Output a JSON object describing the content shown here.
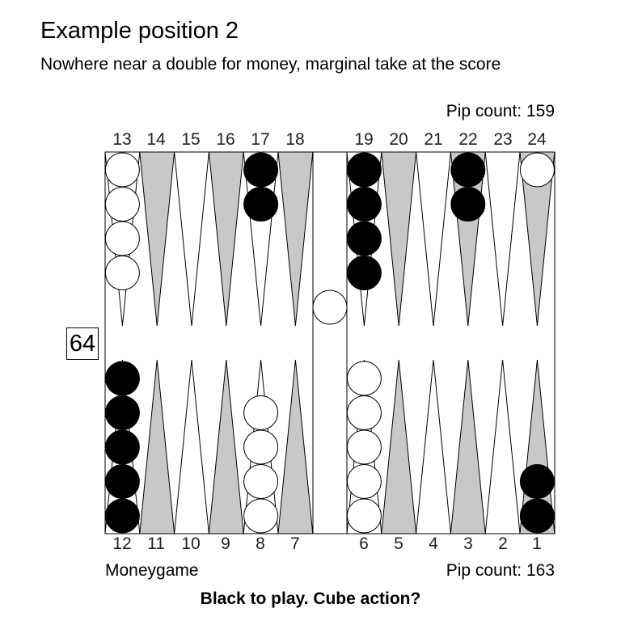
{
  "title": "Example position 2",
  "subtitle": "Nowhere near a double for money, marginal take at the score",
  "pip_count_top": "Pip count: 159",
  "pip_count_bottom": "Pip count: 163",
  "match_label": "Moneygame",
  "prompt": "Black to play. Cube action?",
  "cube_value": "64",
  "top_points": [
    "13",
    "14",
    "15",
    "16",
    "17",
    "18",
    "19",
    "20",
    "21",
    "22",
    "23",
    "24"
  ],
  "bottom_points": [
    "12",
    "11",
    "10",
    "9",
    "8",
    "7",
    "6",
    "5",
    "4",
    "3",
    "2",
    "1"
  ],
  "colors": {
    "board_bg": "#ffffff",
    "dark_triangle": "#c8c8c8",
    "light_triangle": "#ffffff",
    "black_checker": "#000000",
    "white_checker": "#ffffff",
    "outline": "#000000"
  },
  "checkers": {
    "13": {
      "color": "white",
      "count": 4
    },
    "17": {
      "color": "black",
      "count": 2
    },
    "19": {
      "color": "black",
      "count": 4
    },
    "22": {
      "color": "black",
      "count": 2
    },
    "24": {
      "color": "white",
      "count": 1
    },
    "12": {
      "color": "black",
      "count": 5
    },
    "8": {
      "color": "white",
      "count": 4
    },
    "6": {
      "color": "white",
      "count": 5
    },
    "1": {
      "color": "black",
      "count": 2
    },
    "bar": {
      "color": "white",
      "count": 1
    }
  }
}
